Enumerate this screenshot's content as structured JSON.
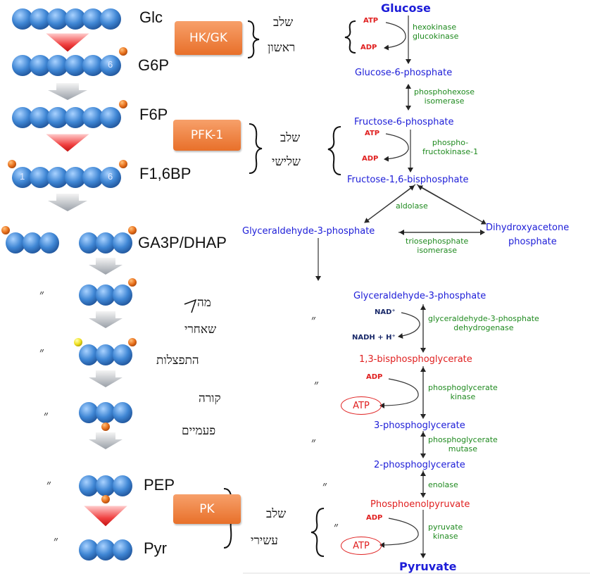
{
  "molecules": {
    "glc": "Glc",
    "g6p": "G6P",
    "f6p": "F6P",
    "f16bp": "F1,6BP",
    "ga3p_dhap": "GA3P/DHAP",
    "pep": "PEP",
    "pyr": "Pyr",
    "carbon_six": "6",
    "carbon_one": "1"
  },
  "enzyme_boxes": {
    "hk_gk": "HK/GK",
    "pfk1": "PFK-1",
    "pk": "PK"
  },
  "pathway": {
    "glucose": "Glucose",
    "g6p": "Glucose-6-phosphate",
    "f6p": "Fructose-6-phosphate",
    "f16bp": "Fructose-1,6-bisphosphate",
    "ga3p_left": "Glyceraldehyde-3-phosphate",
    "dhap_line1": "Dihydroxyacetone",
    "dhap_line2": "phosphate",
    "ga3p": "Glyceraldehyde-3-phosphate",
    "bpg13": "1,3-bisphosphoglycerate",
    "pg3": "3-phosphoglycerate",
    "pg2": "2-phosphoglycerate",
    "pep": "Phosphoenolpyruvate",
    "pyruvate": "Pyruvate"
  },
  "enzymes": {
    "hexokinase": "hexokinase",
    "glucokinase": "glucokinase",
    "phi_line1": "phosphohexose",
    "phi_line2": "isomerase",
    "pfk_line1": "phospho-",
    "pfk_line2": "fructokinase-1",
    "aldolase": "aldolase",
    "tpi_line1": "triosephosphate",
    "tpi_line2": "isomerase",
    "gapdh_line1": "glyceraldehyde-3-phosphate",
    "gapdh_line2": "dehydrogenase",
    "pgk_line1": "phosphoglycerate",
    "pgk_line2": "kinase",
    "pgm_line1": "phosphoglycerate",
    "pgm_line2": "mutase",
    "enolase": "enolase",
    "pyk_line1": "pyruvate",
    "pyk_line2": "kinase"
  },
  "cofactors": {
    "atp1": "ATP",
    "adp1": "ADP",
    "atp2": "ATP",
    "adp2": "ADP",
    "nad": "NAD⁺",
    "nadh": "NADH + H⁺",
    "adp3": "ADP",
    "atp3": "ATP",
    "adp4": "ADP",
    "atp4": "ATP"
  },
  "handwriting": {
    "step1_line1": "שלב",
    "step1_line2": "ראשון",
    "step3_line1": "שלב",
    "step3_line2": "שלישי",
    "note_line1": "מה",
    "note_line2": "שאחרי",
    "note_line3": "התפצלות",
    "note_line4": "קורה",
    "note_line5": "פעמיים",
    "step10_line1": "שלב",
    "step10_line2": "עשירי",
    "ditto": "״"
  },
  "colors": {
    "carbon_blue": "#3f86d4",
    "phosphate_orange": "#e8701c",
    "highlight_yellow": "#f0e020",
    "metabolite_blue": "#1d1dd8",
    "enzyme_green": "#1f8a1f",
    "atp_red": "#e02020",
    "box_orange": "#ee7d35"
  }
}
